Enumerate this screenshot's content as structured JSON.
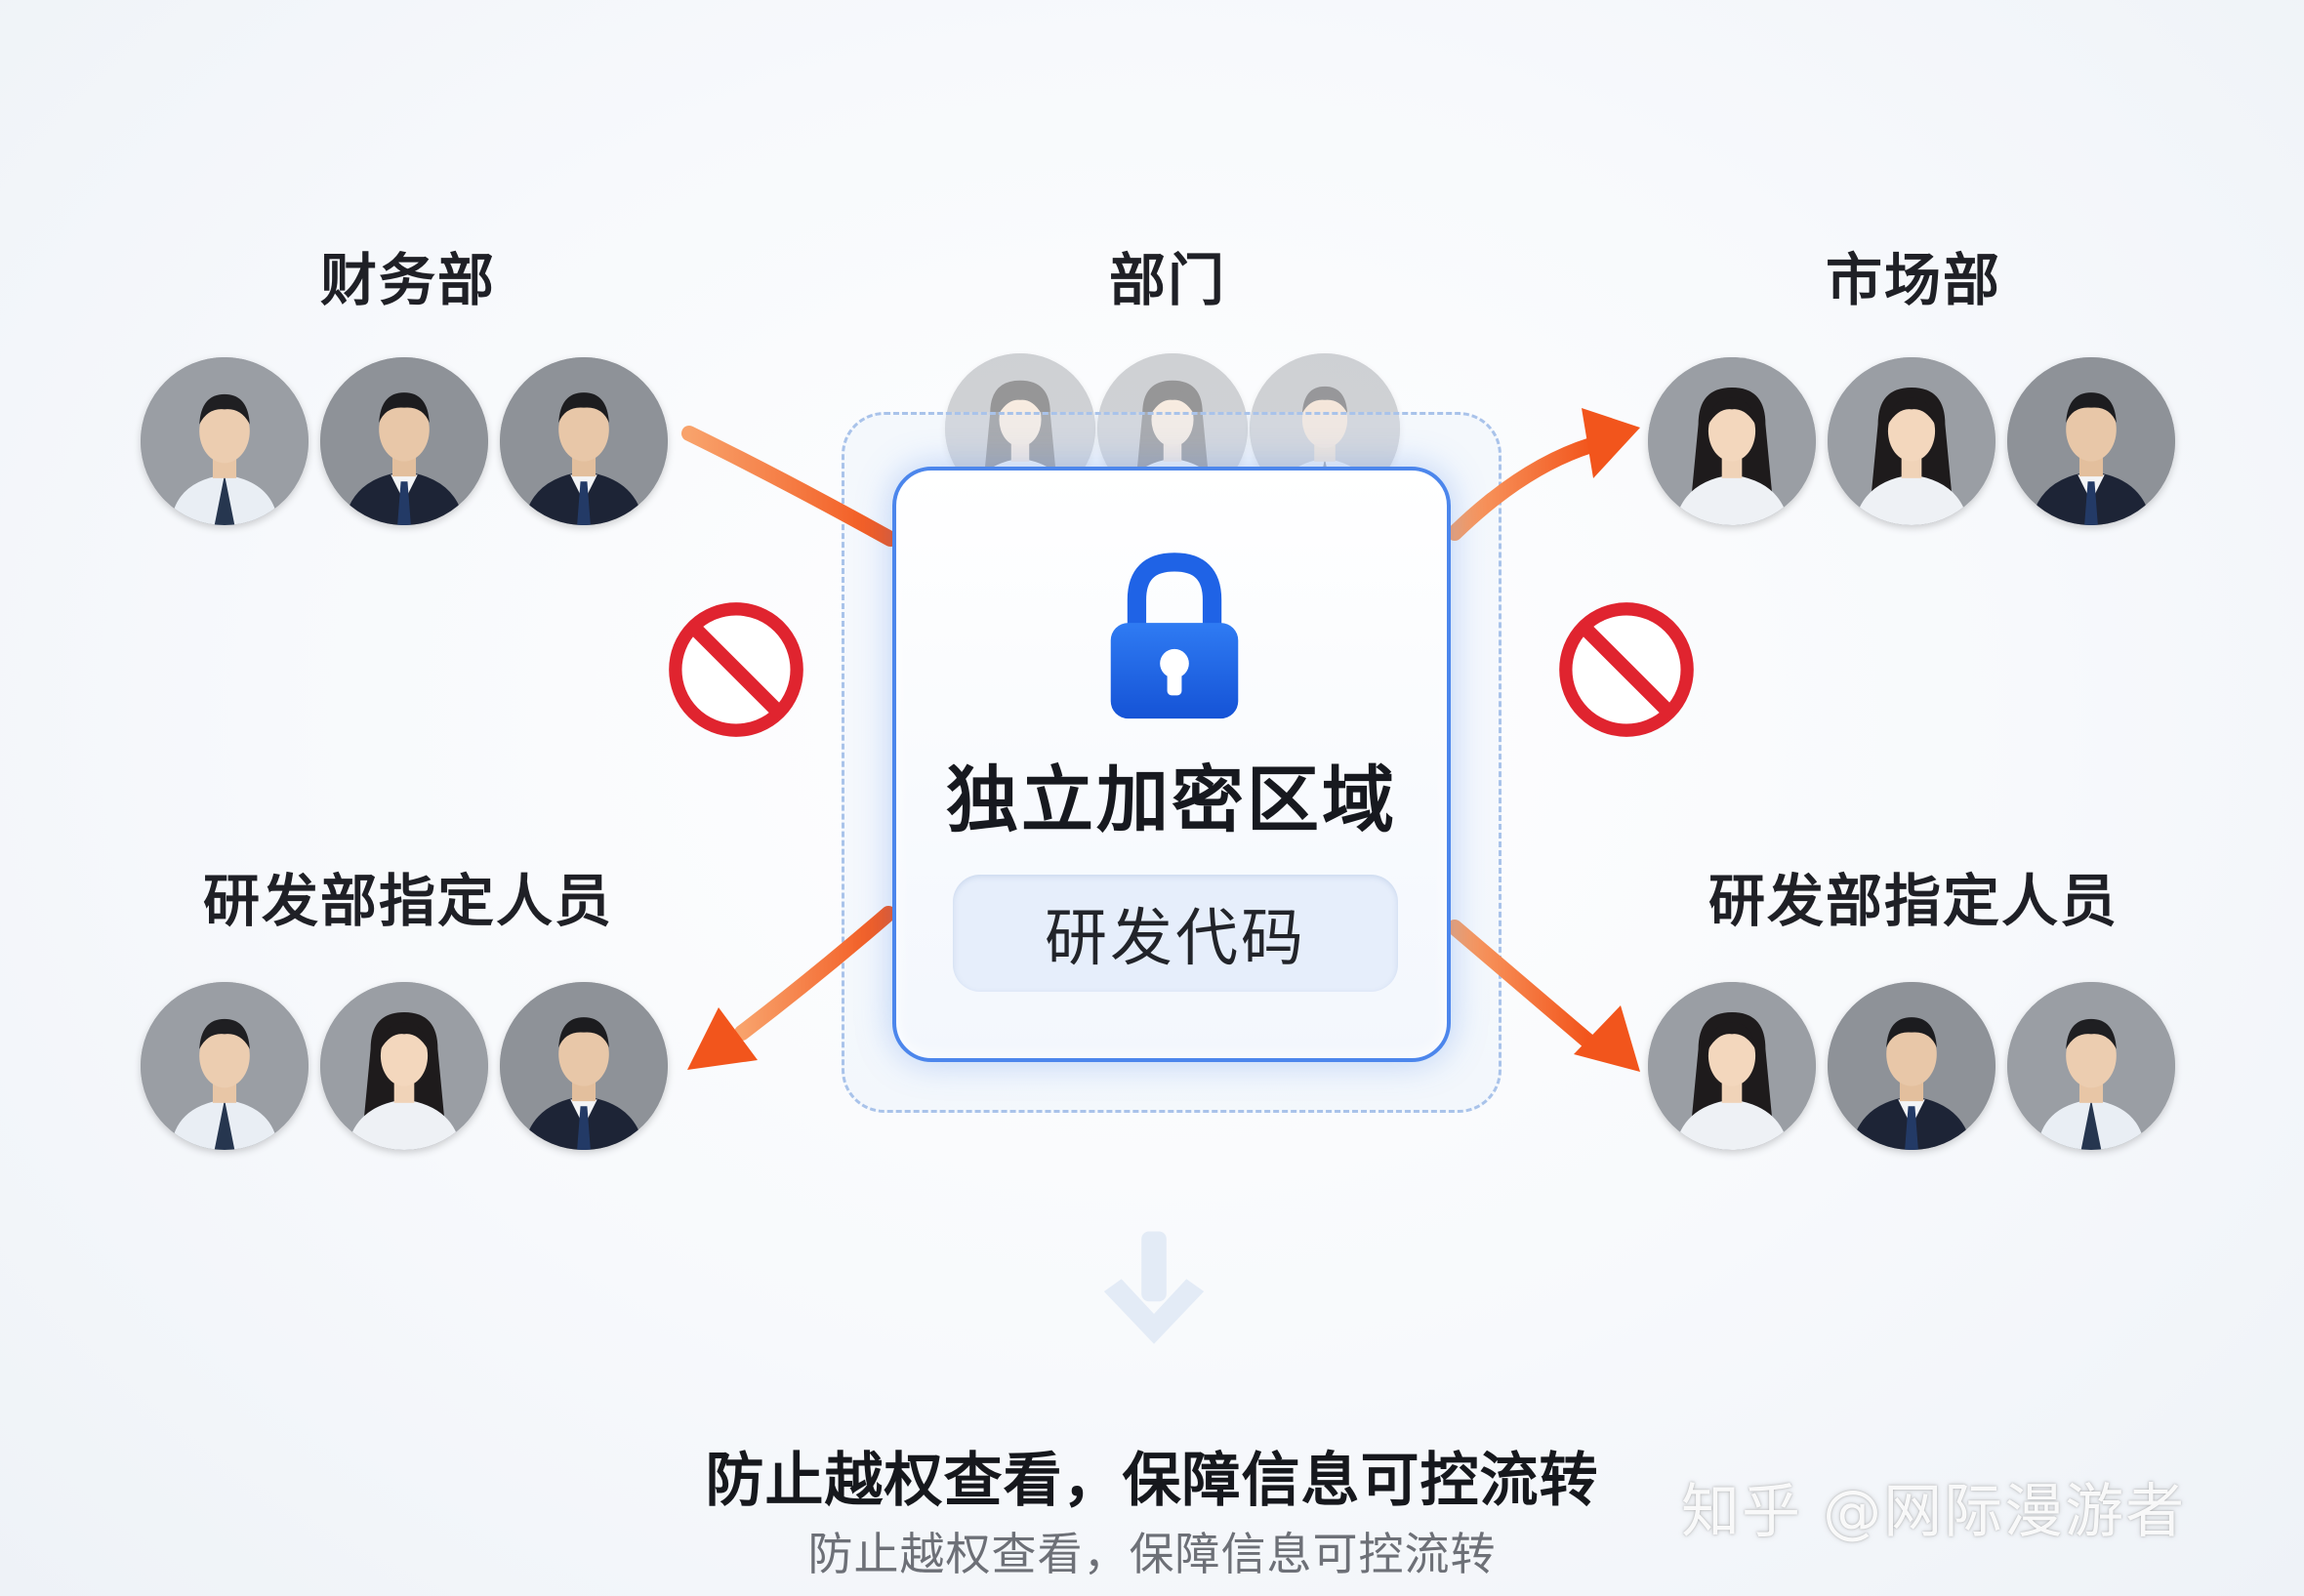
{
  "groups": {
    "top_left": {
      "title": "财务部"
    },
    "top_center": {
      "title": "部门"
    },
    "top_right": {
      "title": "市场部"
    },
    "bottom_left": {
      "title": "研发部指定人员"
    },
    "bottom_right": {
      "title": "研发部指定人员"
    }
  },
  "card": {
    "title": "独立加密区域",
    "pill": "研发代码"
  },
  "footer": {
    "main": "防止越权查看，保障信息可控流转",
    "sub": "防止越权查看，保障信息可控流转"
  },
  "watermark": "知乎 @网际漫游者",
  "colors": {
    "accent_blue": "#4c86ec",
    "lock_blue": "#1f63e6",
    "arrow_orange": "#f2622a",
    "ban_red": "#e0242f"
  },
  "icons": [
    "lock-icon",
    "no-entry-icon",
    "arrow-icon",
    "down-arrow-icon",
    "person-avatar"
  ]
}
